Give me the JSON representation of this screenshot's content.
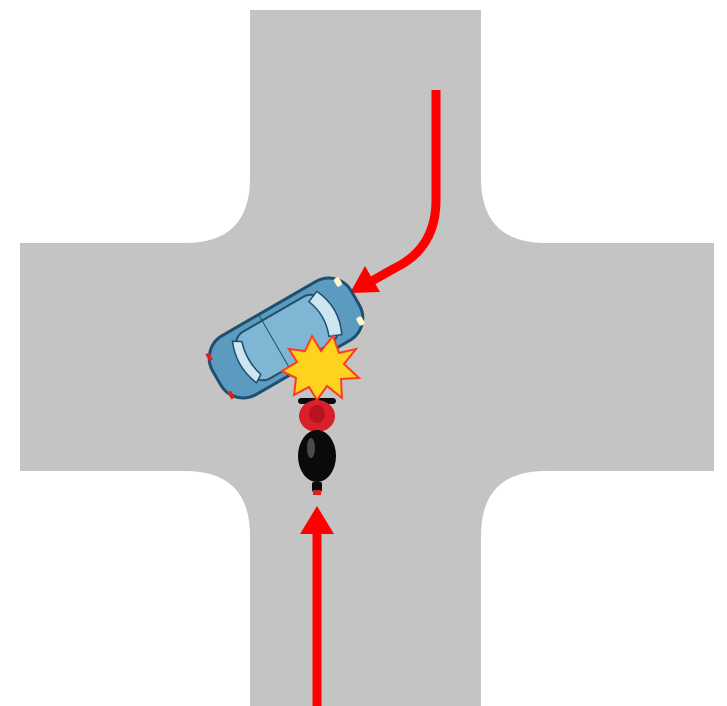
{
  "colors": {
    "background": "#ffffff",
    "road": "#c4c4c4",
    "arrow": "#ff0000",
    "car_body": "#5b9bc0",
    "car_roof": "#7fb6d4",
    "car_outline": "#1f4f6e",
    "car_window": "#cde6f2",
    "impact_fill": "#ffd21f",
    "impact_outline": "#ff3b1f",
    "motorcycle_body": "#0a0a0a",
    "motorcycle_rider": "#d81f2a"
  },
  "icons": {
    "road": "crossroads-intersection",
    "car": "car-top-view-icon",
    "motorcycle": "motorcycle-top-view-icon",
    "impact": "collision-burst-icon",
    "car_path": "curved-arrow",
    "motorcycle_path": "straight-arrow"
  }
}
